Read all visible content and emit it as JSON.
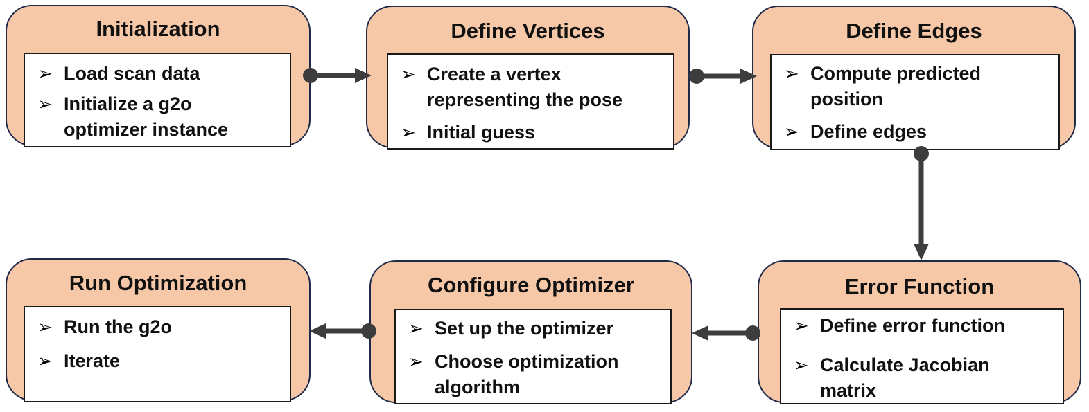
{
  "colors": {
    "card_fill": "#f7c8a8",
    "card_border": "#1f2a4a",
    "connector": "#3d3d3d"
  },
  "bullet_icon": "arrowhead-bullet",
  "stages": {
    "initialization": {
      "title": "Initialization",
      "items": [
        "Load scan data",
        "Initialize a g2o\noptimizer instance"
      ]
    },
    "define_vertices": {
      "title": "Define Vertices",
      "items": [
        "Create a vertex\nrepresenting the pose",
        "Initial guess"
      ]
    },
    "define_edges": {
      "title": "Define Edges",
      "items": [
        "Compute predicted\nposition",
        "Define edges"
      ]
    },
    "error_function": {
      "title": "Error Function",
      "items": [
        "Define error  function",
        "Calculate Jacobian\nmatrix"
      ]
    },
    "configure_optimizer": {
      "title": "Configure Optimizer",
      "items": [
        "Set up the optimizer",
        "Choose optimization\nalgorithm"
      ]
    },
    "run_optimization": {
      "title": "Run Optimization",
      "items": [
        "Run the g2o",
        "Iterate"
      ]
    }
  }
}
